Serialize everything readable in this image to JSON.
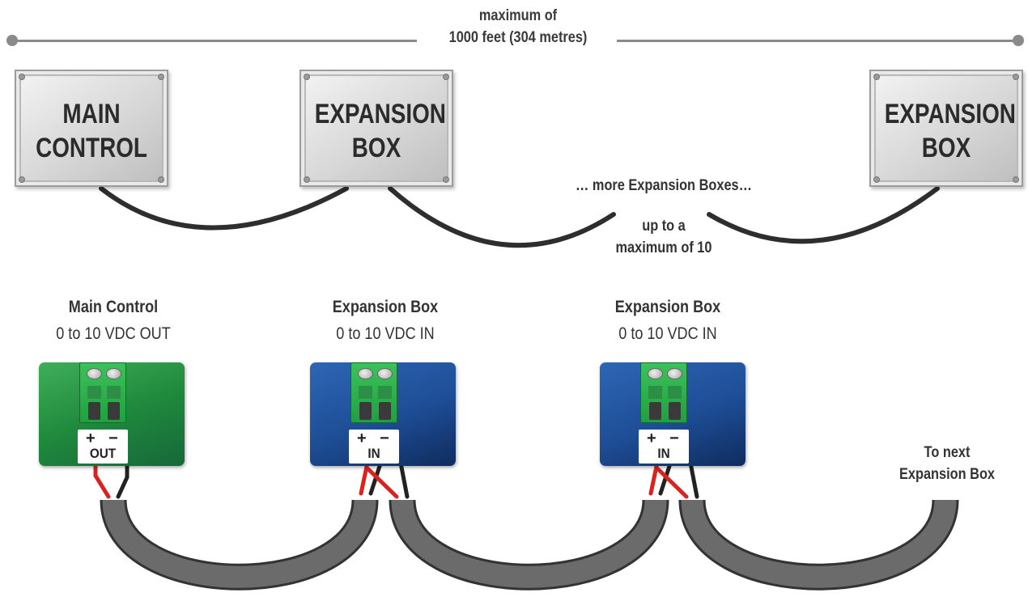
{
  "distance": {
    "line1": "maximum of",
    "line2": "1000 feet (304 metres)"
  },
  "top_boxes": [
    {
      "line1": "MAIN",
      "line2": "CONTROL"
    },
    {
      "line1": "EXPANSION",
      "line2": "BOX"
    },
    {
      "line1": "EXPANSION",
      "line2": "BOX"
    }
  ],
  "more_label": "… more Expansion Boxes…",
  "limit": {
    "line1": "up to a",
    "line2": "maximum of 10"
  },
  "modules": [
    {
      "title": "Main Control",
      "subtitle": "0 to 10 VDC OUT",
      "plus": "+",
      "minus": "−",
      "port": "OUT",
      "color": "#1f8a3c"
    },
    {
      "title": "Expansion Box",
      "subtitle": "0 to 10 VDC IN",
      "plus": "+",
      "minus": "−",
      "port": "IN",
      "color": "#1d4d95"
    },
    {
      "title": "Expansion Box",
      "subtitle": "0 to 10 VDC IN",
      "plus": "+",
      "minus": "−",
      "port": "IN",
      "color": "#1d4d95"
    }
  ],
  "next_label": {
    "line1": "To next",
    "line2": "Expansion Box"
  },
  "colors": {
    "wire_red": "#d8231e",
    "wire_black": "#222222",
    "cable": "#6b6b6b",
    "link": "#2e2e2e"
  }
}
